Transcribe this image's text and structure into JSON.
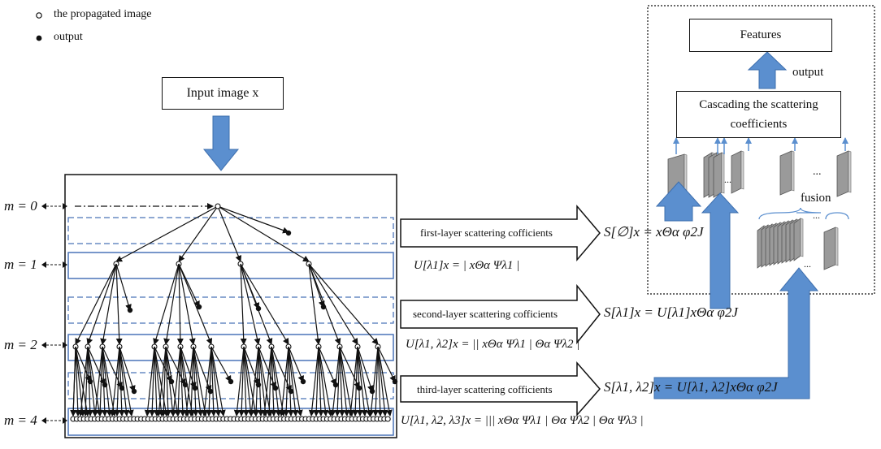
{
  "legend": {
    "open_label": "the propagated image",
    "filled_label": "output"
  },
  "input_box": {
    "text": "Input image x"
  },
  "layers": {
    "m0": "m = 0",
    "m1": "m = 1",
    "m2": "m = 2",
    "m4": "m = 4"
  },
  "arrows": {
    "first": "first-layer scattering cofficients",
    "second": "second-layer scattering cofficients",
    "third": "third-layer scattering cofficients"
  },
  "formulas": {
    "u1": "U[λ1]x = | xΘα Ψλ1 |",
    "u12": "U[λ1, λ2]x = || xΘα Ψλ1 | Θα Ψλ2 |",
    "u123": "U[λ1, λ2, λ3]x = ||| xΘα Ψλ1 | Θα Ψλ2 | Θα Ψλ3 |",
    "s0": "S[∅]x = xΘα φ2J",
    "s1": "S[λ1]x = U[λ1]xΘα φ2J",
    "s2": "S[λ1, λ2]x = U[λ1, λ2]xΘα φ2J"
  },
  "features_box": "Features",
  "output_label": "output",
  "cascade_box": "Cascading the scattering coefficients",
  "fusion_label": "fusion",
  "ellipsis": "...",
  "colors": {
    "arrow_blue": "#5b8fcf",
    "box_blue": "#4a74b8",
    "panel_gray": "#8e8e8e"
  }
}
